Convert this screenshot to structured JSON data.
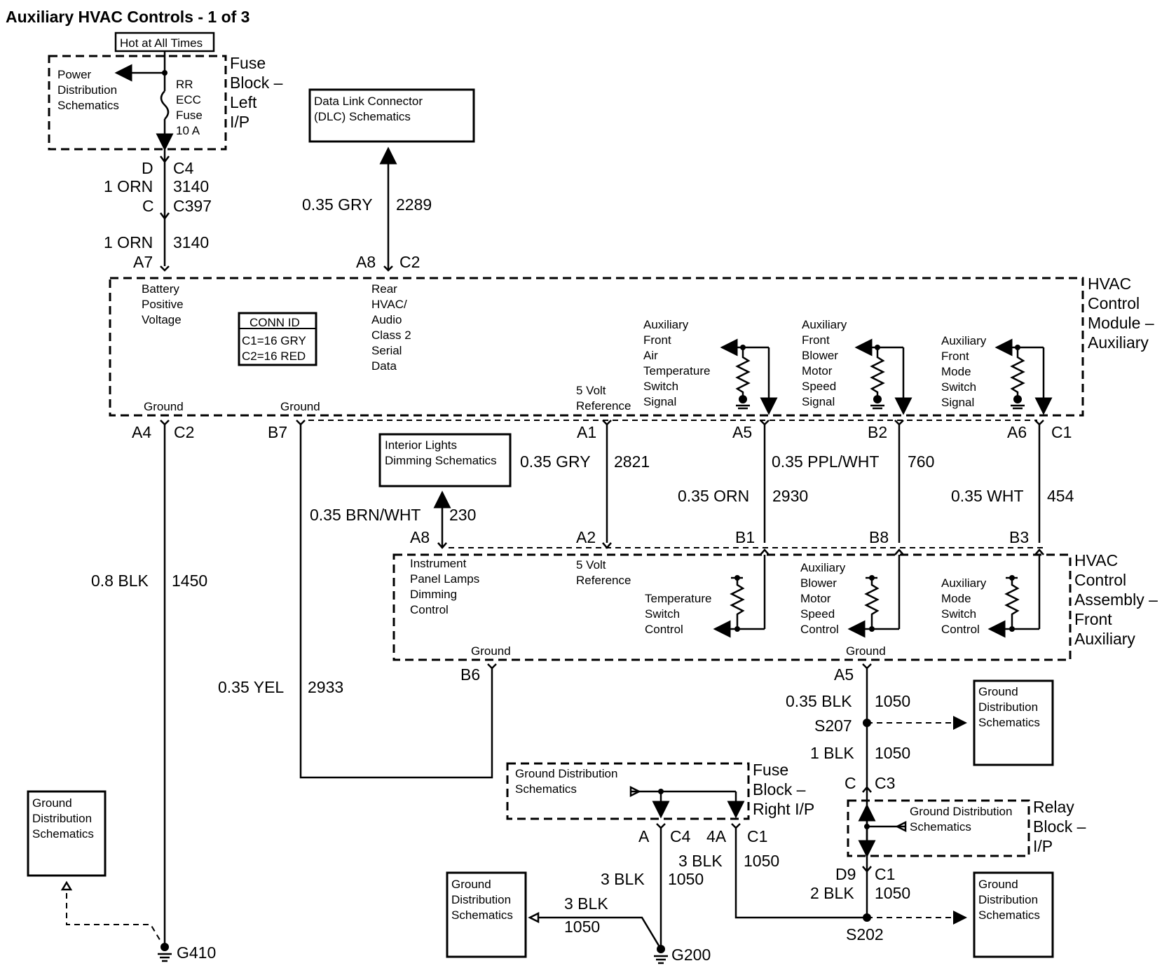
{
  "title": "Auxiliary HVAC Controls - 1 of 3",
  "hot_at_all_times": "Hot at All Times",
  "fuse_block_left": {
    "name": [
      "Fuse",
      "Block –",
      "Left",
      "I/P"
    ],
    "power_dist": [
      "Power",
      "Distribution",
      "Schematics"
    ],
    "fuse": [
      "RR",
      "ECC",
      "Fuse",
      "10 A"
    ]
  },
  "dlc": [
    "Data Link Connector",
    "(DLC) Schematics"
  ],
  "conn_a": {
    "pin_top": "D",
    "conn_top": "C4",
    "wire_left": "1 ORN",
    "wire_right": "3140",
    "pin_bot": "C",
    "conn_bot": "C397"
  },
  "wire_3140b": {
    "left": "1 ORN",
    "right": "3140"
  },
  "wire_2289": {
    "left": "0.35 GRY",
    "right": "2289"
  },
  "module_top_pins": {
    "a7": "A7",
    "a8": "A8",
    "c2": "C2"
  },
  "hvac_module": {
    "name": [
      "HVAC",
      "Control",
      "Module  –",
      "Auxiliary"
    ],
    "battery": [
      "Battery",
      "Positive",
      "Voltage"
    ],
    "conn_id_title": "CONN ID",
    "conn_id": [
      "C1=16 GRY",
      "C2=16 RED"
    ],
    "serial": [
      "Rear",
      "HVAC/",
      "Audio",
      "Class 2",
      "Serial",
      "Data"
    ],
    "ground1": "Ground",
    "ground2": "Ground",
    "five_volt": [
      "5 Volt",
      "Reference"
    ],
    "air_temp": [
      "Auxiliary",
      "Front",
      "Air",
      "Temperature",
      "Switch",
      "Signal"
    ],
    "blower": [
      "Auxiliary",
      "Front",
      "Blower",
      "Motor",
      "Speed",
      "Signal"
    ],
    "mode": [
      "Auxiliary",
      "Front",
      "Mode",
      "Switch",
      "Signal"
    ]
  },
  "module_bottom_pins": {
    "a4": "A4",
    "c2": "C2",
    "b7": "B7",
    "a1": "A1",
    "a5": "A5",
    "b2": "B2",
    "a6": "A6",
    "c1": "C1"
  },
  "interior_lights": [
    "Interior Lights",
    "Dimming Schematics"
  ],
  "wires_mid": {
    "w2821": {
      "left": "0.35 GRY",
      "right": "2821"
    },
    "w760": {
      "left": "0.35 PPL/WHT",
      "right": "760"
    },
    "w2930": {
      "left": "0.35 ORN",
      "right": "2930"
    },
    "w454": {
      "left": "0.35 WHT",
      "right": "454"
    },
    "w230": {
      "left": "0.35 BRN/WHT",
      "right": "230"
    },
    "w1450": {
      "left": "0.8 BLK",
      "right": "1450"
    },
    "w2933": {
      "left": "0.35 YEL",
      "right": "2933"
    }
  },
  "assembly_top_pins": {
    "a8": "A8",
    "a2": "A2",
    "b1": "B1",
    "b8": "B8",
    "b3": "B3"
  },
  "hvac_assembly": {
    "name": [
      "HVAC",
      "Control",
      "Assembly –",
      "Front",
      "Auxiliary"
    ],
    "ip_lamps": [
      "Instrument",
      "Panel Lamps",
      "Dimming",
      "Control"
    ],
    "five_volt": [
      "5 Volt",
      "Reference"
    ],
    "temp": [
      "Temperature",
      "Switch",
      "Control"
    ],
    "blower": [
      "Auxiliary",
      "Blower",
      "Motor",
      "Speed",
      "Control"
    ],
    "mode": [
      "Auxiliary",
      "Mode",
      "Switch",
      "Control"
    ],
    "ground1": "Ground",
    "ground2": "Ground"
  },
  "assembly_bottom_pins": {
    "b6": "B6",
    "a5": "A5"
  },
  "ground_chain": {
    "w1050a": {
      "left": "0.35 BLK",
      "right": "1050"
    },
    "s207": "S207",
    "w1050b": {
      "left": "1 BLK",
      "right": "1050"
    },
    "c": "C",
    "c3": "C3",
    "d9": "D9",
    "c1": "C1",
    "w1050c": {
      "left": "2 BLK",
      "right": "1050"
    },
    "s202": "S202"
  },
  "fuse_block_right": {
    "name": [
      "Fuse",
      "Block –",
      "Right I/P"
    ],
    "gds": [
      "Ground Distribution",
      "Schematics"
    ],
    "pins": {
      "a": "A",
      "c4": "C4",
      "4a": "4A",
      "c1": "C1"
    }
  },
  "relay_block": {
    "name": [
      "Relay",
      "Block –",
      "I/P"
    ],
    "gds": [
      "Ground Distribution",
      "Schematics"
    ]
  },
  "g200_wires": {
    "w1": {
      "left": "3 BLK",
      "right": "1050"
    },
    "w2": {
      "left": "3 BLK",
      "right": "1050"
    },
    "w3_top": "3 BLK",
    "w3_bot": "1050"
  },
  "ground_dist_box": [
    "Ground",
    "Distribution",
    "Schematics"
  ],
  "g410": "G410",
  "g200": "G200"
}
